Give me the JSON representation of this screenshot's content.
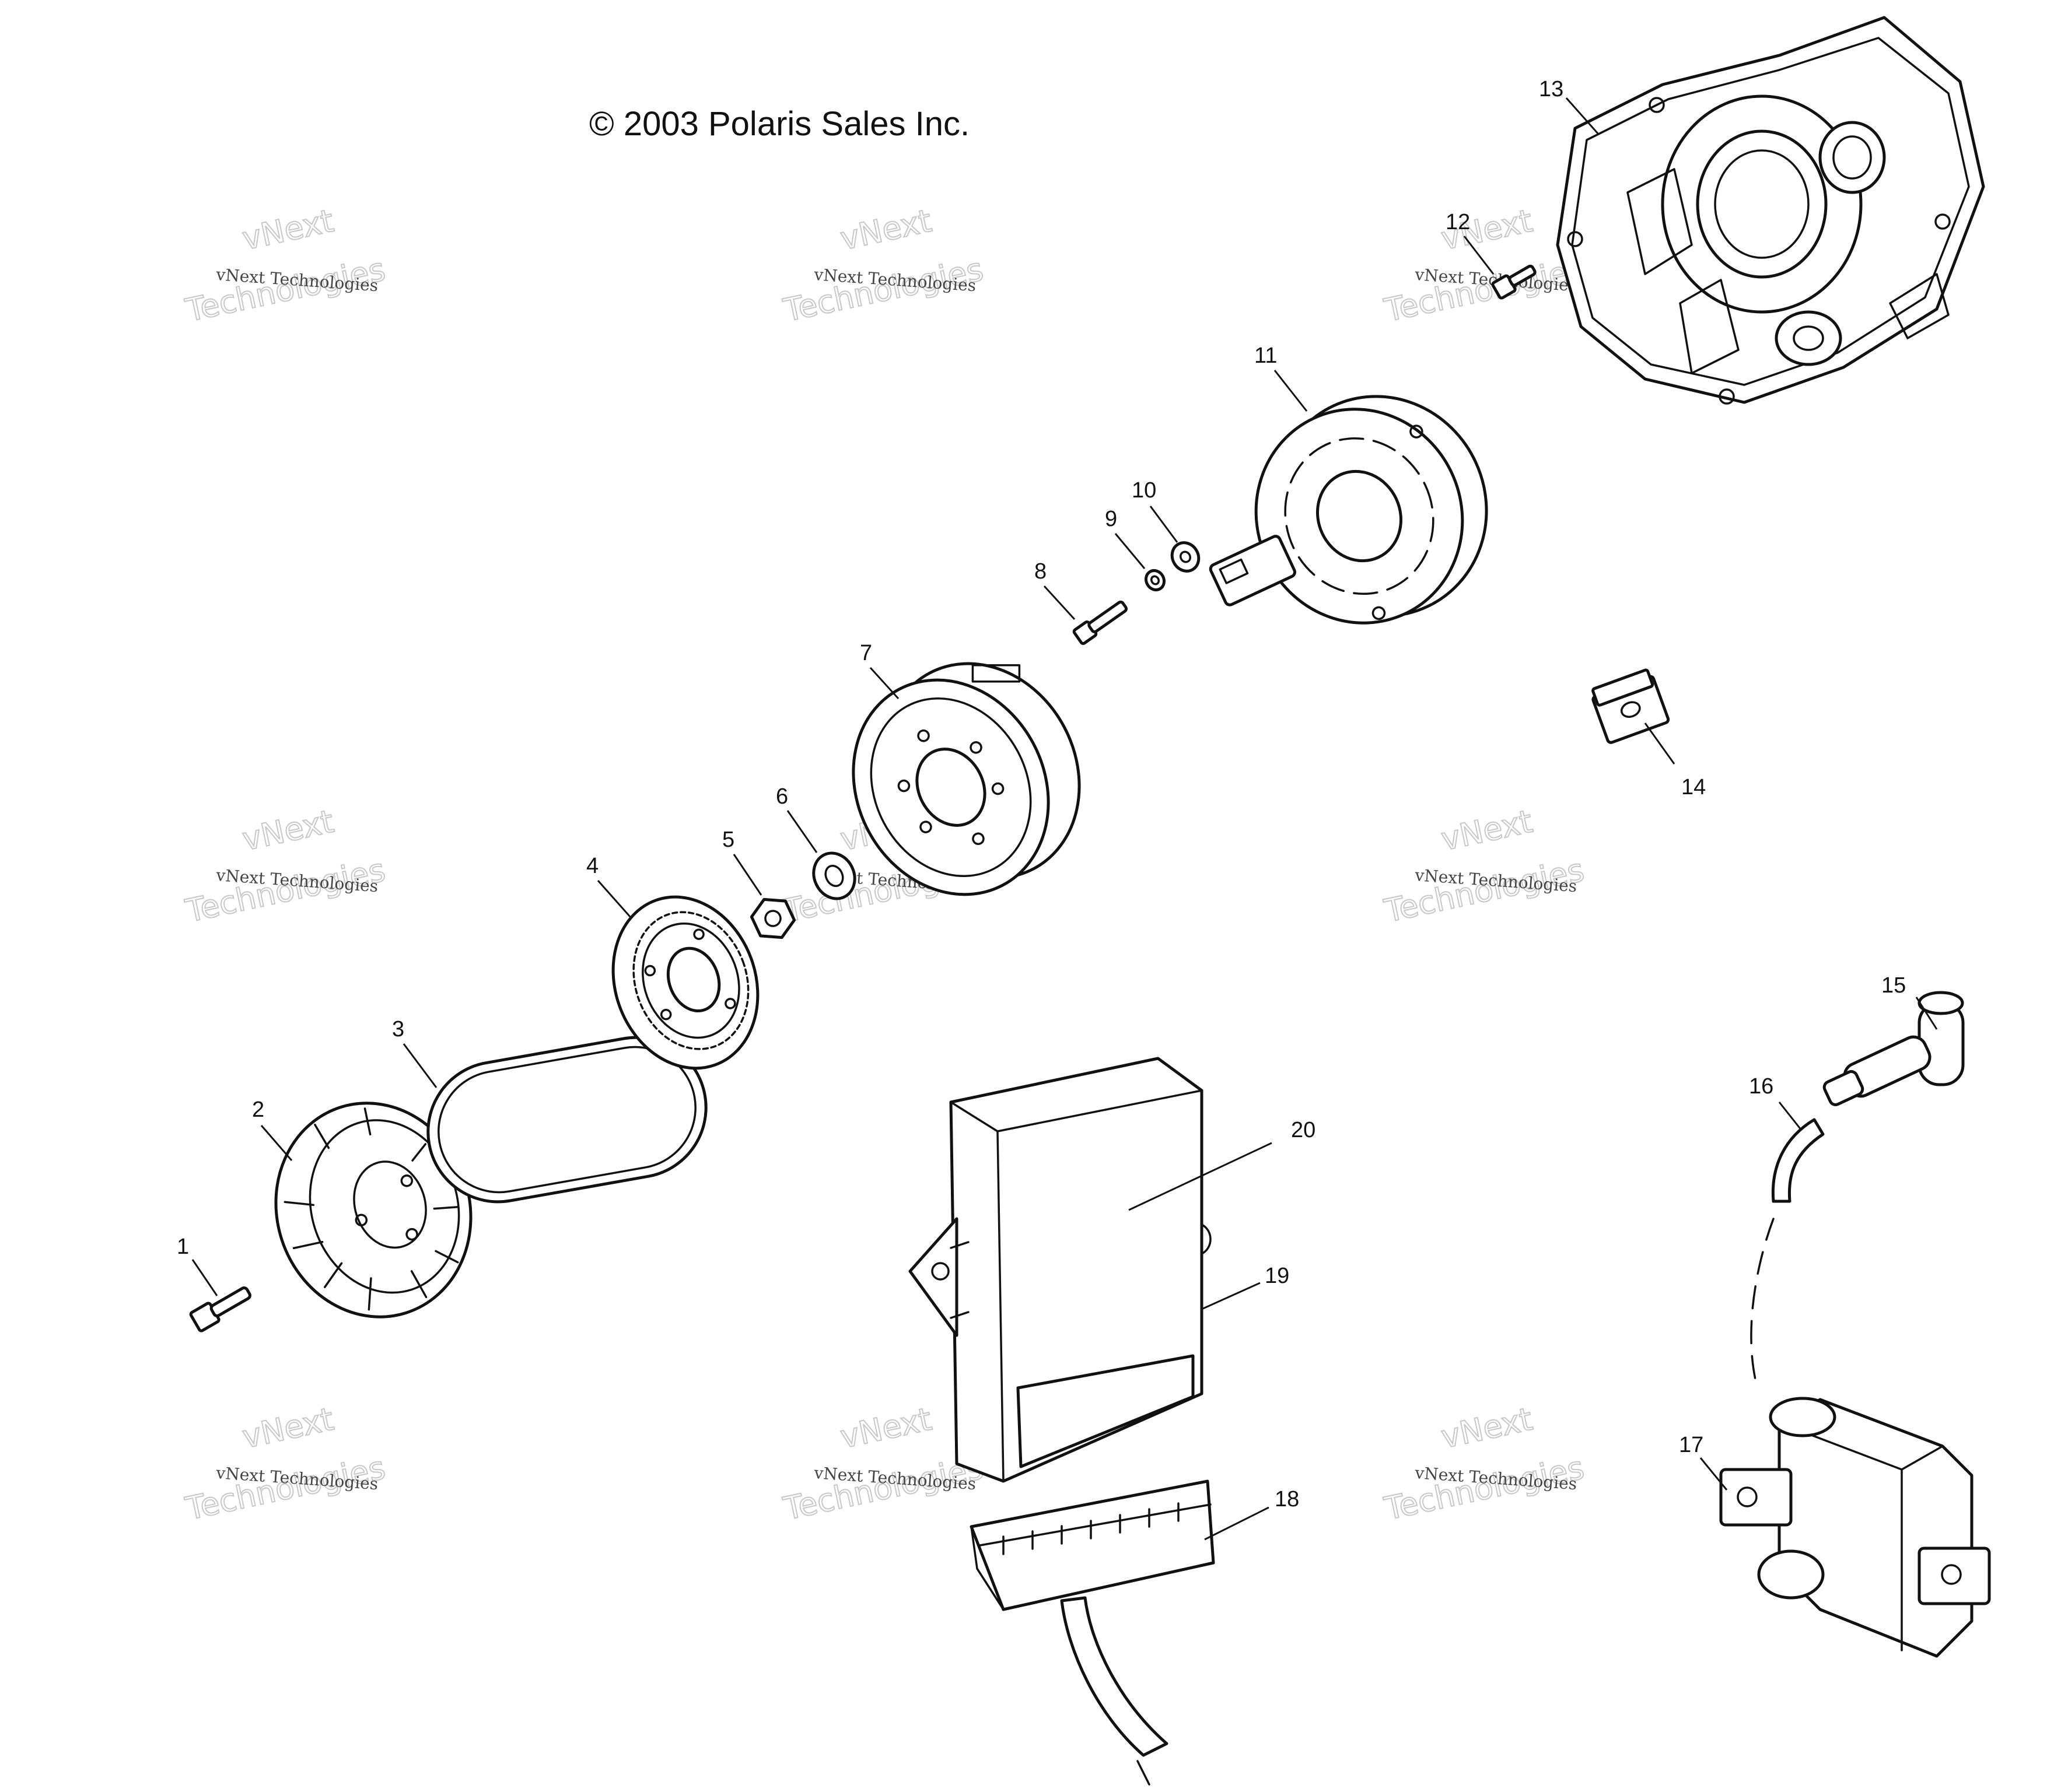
{
  "copyright": "© 2003 Polaris Sales Inc.",
  "watermark": {
    "small_text": "vNext Technologies",
    "large_line1": "vNext",
    "large_line2": "Technologies"
  },
  "callouts": [
    "1",
    "2",
    "3",
    "4",
    "5",
    "6",
    "7",
    "8",
    "9",
    "10",
    "11",
    "12",
    "13",
    "14",
    "15",
    "16",
    "17",
    "18",
    "19",
    "20"
  ],
  "parts": [
    {
      "number": "1",
      "icon": "bolt-icon"
    },
    {
      "number": "2",
      "icon": "starter-pulley-icon"
    },
    {
      "number": "3",
      "icon": "drive-belt-icon"
    },
    {
      "number": "4",
      "icon": "drive-pulley-icon"
    },
    {
      "number": "5",
      "icon": "nut-icon"
    },
    {
      "number": "6",
      "icon": "washer-icon"
    },
    {
      "number": "7",
      "icon": "flywheel-icon"
    },
    {
      "number": "8",
      "icon": "screw-icon"
    },
    {
      "number": "9",
      "icon": "lock-washer-icon"
    },
    {
      "number": "10",
      "icon": "washer-icon"
    },
    {
      "number": "11",
      "icon": "stator-icon"
    },
    {
      "number": "12",
      "icon": "screw-icon"
    },
    {
      "number": "13",
      "icon": "magneto-housing-icon"
    },
    {
      "number": "14",
      "icon": "clip-nut-icon"
    },
    {
      "number": "15",
      "icon": "spark-plug-cap-icon"
    },
    {
      "number": "16",
      "icon": "ignition-wire-icon"
    },
    {
      "number": "17",
      "icon": "ignition-coil-icon"
    },
    {
      "number": "18",
      "icon": "connector-icon"
    },
    {
      "number": "19",
      "icon": "cdi-box-icon"
    },
    {
      "number": "20",
      "icon": "cdi-label-icon"
    }
  ]
}
